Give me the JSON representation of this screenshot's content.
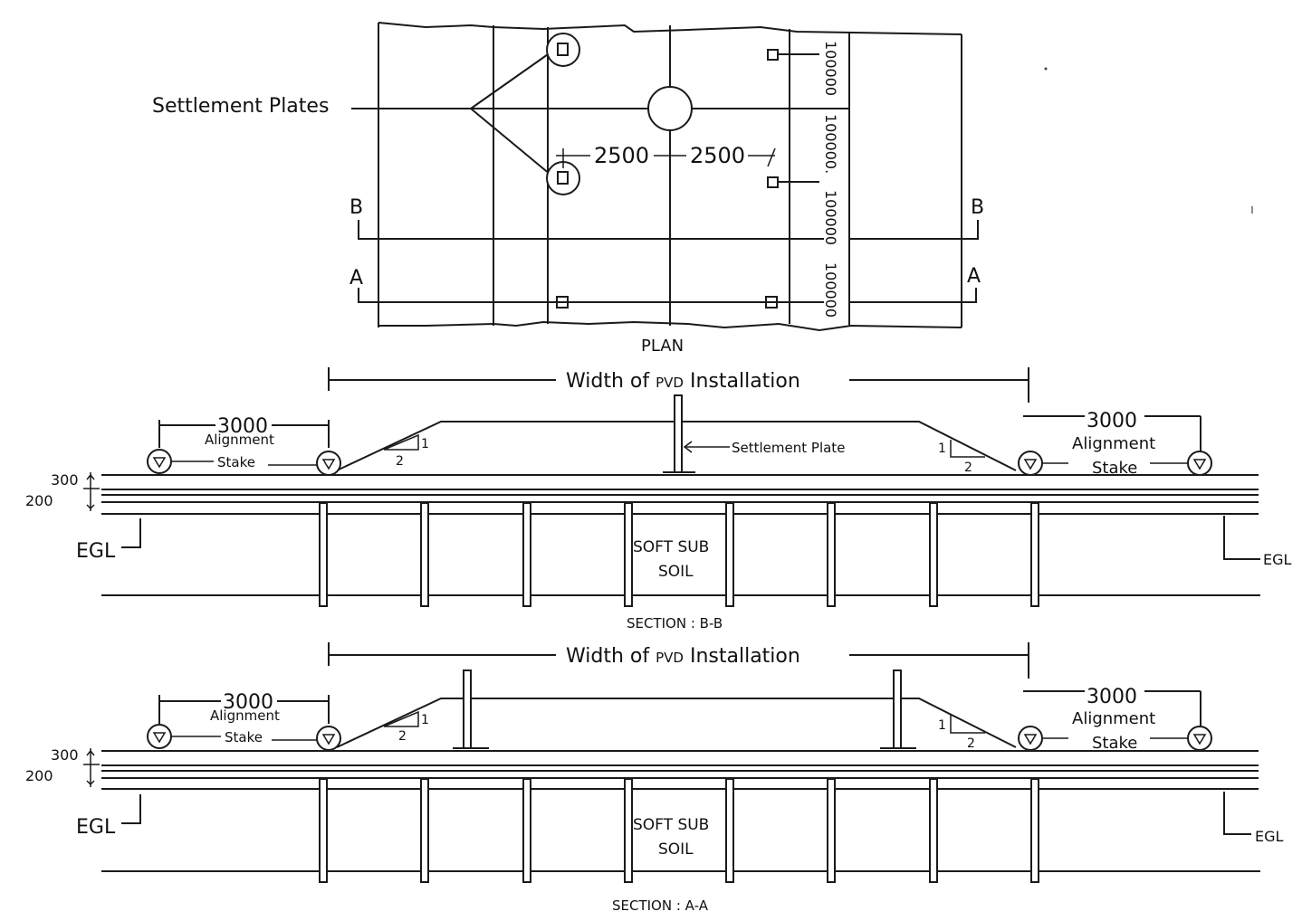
{
  "plan": {
    "label": "PLAN",
    "settlement_plates_label": "Settlement Plates",
    "spacing_left": "2500",
    "spacing_right": "2500",
    "chainage_1": "100000",
    "chainage_2": "100000.",
    "chainage_3": "100000",
    "chainage_4": "100000",
    "section_b_left": "B",
    "section_b_right": "B",
    "section_a_left": "A",
    "section_a_right": "A"
  },
  "section_bb": {
    "title": "SECTION : B-B",
    "width_label_pre": "Width of ",
    "width_label_pvd": "PVD",
    "width_label_post": " Installation",
    "left_offset": "3000",
    "left_stake_1": "Alignment",
    "left_stake_2": "Stake",
    "right_offset": "3000",
    "right_stake_1": "Alignment",
    "right_stake_2": "Stake",
    "settlement_plate": "Settlement Plate",
    "slope_v_left": "1",
    "slope_h_left": "2",
    "slope_v_right": "1",
    "slope_h_right": "2",
    "dim_300": "300",
    "dim_200": "200",
    "egl_left": "EGL",
    "egl_right": "EGL",
    "soil_1": "SOFT SUB",
    "soil_2": "SOIL"
  },
  "section_aa": {
    "title": "SECTION :  A-A",
    "width_label_pre": "Width of ",
    "width_label_pvd": "PVD",
    "width_label_post": " Installation",
    "left_offset": "3000",
    "left_stake_1": "Alignment",
    "left_stake_2": "Stake",
    "right_offset": "3000",
    "right_stake_1": "Alignment",
    "right_stake_2": "Stake",
    "slope_v_left": "1",
    "slope_h_left": "2",
    "slope_v_right": "1",
    "slope_h_right": "2",
    "dim_300": "300",
    "dim_200": "200",
    "egl_left": "EGL",
    "egl_right": "EGL",
    "soil_1": "SOFT SUB",
    "soil_2": "SOIL"
  }
}
